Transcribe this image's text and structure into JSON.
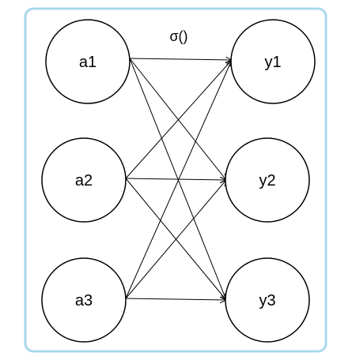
{
  "diagram": {
    "activation_label": "σ()",
    "inputs": [
      {
        "id": "a1",
        "label": "a1"
      },
      {
        "id": "a2",
        "label": "a2"
      },
      {
        "id": "a3",
        "label": "a3"
      }
    ],
    "outputs": [
      {
        "id": "y1",
        "label": "y1"
      },
      {
        "id": "y2",
        "label": "y2"
      },
      {
        "id": "y3",
        "label": "y3"
      }
    ],
    "connections": [
      {
        "from": "a1",
        "to": "y1"
      },
      {
        "from": "a1",
        "to": "y2"
      },
      {
        "from": "a1",
        "to": "y3"
      },
      {
        "from": "a2",
        "to": "y1"
      },
      {
        "from": "a2",
        "to": "y2"
      },
      {
        "from": "a2",
        "to": "y3"
      },
      {
        "from": "a3",
        "to": "y1"
      },
      {
        "from": "a3",
        "to": "y2"
      },
      {
        "from": "a3",
        "to": "y3"
      }
    ],
    "colors": {
      "frame_border": "#a8d8ec",
      "node_stroke": "#000000",
      "edge_stroke": "#000000"
    }
  }
}
